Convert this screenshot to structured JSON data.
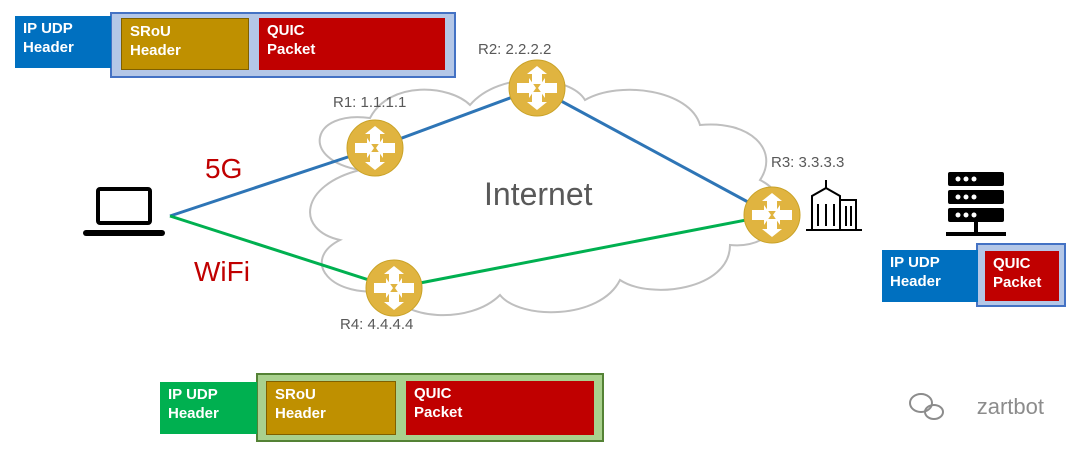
{
  "colors": {
    "ip_blue": "#0070c0",
    "ip_green": "#00b050",
    "srou": "#bf9000",
    "quic": "#c00000",
    "router": "#e0b440",
    "link_blue": "#2e75b6",
    "link_green": "#00b050",
    "frame_blue": "#b4c7e7",
    "frame_green": "#a9d18e"
  },
  "packets": {
    "top": {
      "ip": "IP UDP\nHeader",
      "srou": "SRoU\nHeader",
      "quic": "QUIC\nPacket"
    },
    "bottom": {
      "ip": "IP UDP\nHeader",
      "srou": "SRoU\nHeader",
      "quic": "QUIC\nPacket"
    },
    "right": {
      "ip": "IP UDP\nHeader",
      "quic": "QUIC\nPacket"
    }
  },
  "routers": [
    {
      "id": "r1",
      "label": "R1: 1.1.1.1"
    },
    {
      "id": "r2",
      "label": "R2: 2.2.2.2"
    },
    {
      "id": "r3",
      "label": "R3: 3.3.3.3"
    },
    {
      "id": "r4",
      "label": "R4: 4.4.4.4"
    }
  ],
  "links": {
    "path_a": "5G",
    "path_b": "WiFi"
  },
  "cloud_label": "Internet",
  "brand": "zartbot",
  "icons": [
    "laptop-icon",
    "server-icon",
    "building-icon",
    "router-icon",
    "wechat-icon"
  ]
}
